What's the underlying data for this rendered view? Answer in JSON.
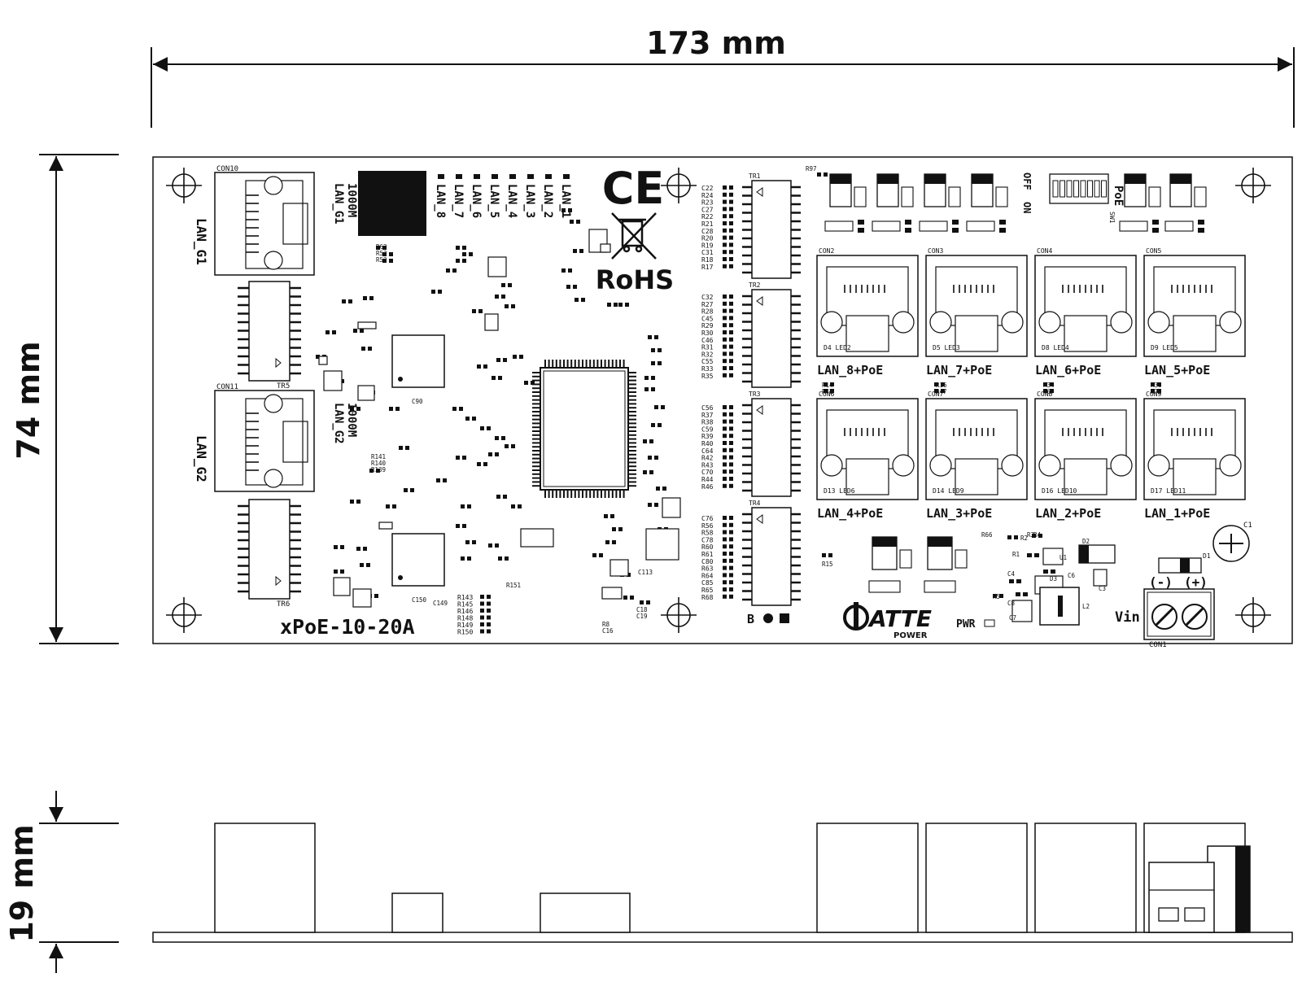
{
  "dimensions": {
    "width": "173 mm",
    "height": "74 mm",
    "depth": "19 mm"
  },
  "board": {
    "model": "xPoE-10-20A",
    "brand": "ATTE",
    "brand_sub": "POWER",
    "ce_mark": "CE",
    "rohs_mark": "RoHS",
    "pwr_label": "PWR",
    "vin_label": "Vin",
    "polarity_minus": "(-)",
    "polarity_plus": "(+)",
    "poe_label": "PoE",
    "off_label": "OFF",
    "on_label": "ON",
    "sw_label": "SW1",
    "con1_label": "CON1",
    "b_label": "B",
    "c1_label": "C1",
    "d1_label": "D1"
  },
  "gigabit_ports": [
    {
      "con": "CON10",
      "label": "LAN_G1",
      "speed": "1000M",
      "speed_label": "LAN_G1"
    },
    {
      "con": "CON11",
      "label": "LAN_G2",
      "speed": "1000M",
      "speed_label": "LAN_G2"
    }
  ],
  "transformers_left": [
    "TR5",
    "TR6"
  ],
  "transformers_mid": [
    "TR1",
    "TR2",
    "TR3",
    "TR4"
  ],
  "led_labels": [
    "LAN_8",
    "LAN_7",
    "LAN_6",
    "LAN_5",
    "LAN_4",
    "LAN_3",
    "LAN_2",
    "LAN_1"
  ],
  "poe_ports_top": [
    {
      "con": "CON2",
      "label": "LAN_8+PoE",
      "leds": "D4 LED2"
    },
    {
      "con": "CON3",
      "label": "LAN_7+PoE",
      "leds": "D5 LED3"
    },
    {
      "con": "CON4",
      "label": "LAN_6+PoE",
      "leds": "D8 LED4"
    },
    {
      "con": "CON5",
      "label": "LAN_5+PoE",
      "leds": "D9 LED5"
    }
  ],
  "poe_ports_bottom": [
    {
      "con": "CON6",
      "label": "LAN_4+PoE",
      "leds": "D13 LED6"
    },
    {
      "con": "CON7",
      "label": "LAN_3+PoE",
      "leds": "D14 LED9"
    },
    {
      "con": "CON8",
      "label": "LAN_2+PoE",
      "leds": "D16 LED10"
    },
    {
      "con": "CON9",
      "label": "LAN_1+PoE",
      "leds": "D17 LED11"
    }
  ],
  "components_col1": [
    "C22",
    "R24",
    "R23",
    "C27",
    "R22",
    "R21",
    "C28",
    "R20",
    "R19",
    "C31",
    "R18",
    "R17"
  ],
  "components_col2": [
    "C32",
    "R27",
    "R28",
    "C45",
    "R29",
    "R30",
    "C46",
    "R31",
    "R32",
    "C55",
    "R33",
    "R35"
  ],
  "components_col3": [
    "C56",
    "R37",
    "R38",
    "C59",
    "R39",
    "R40",
    "C64",
    "R42",
    "R43",
    "C70",
    "R44",
    "R46"
  ],
  "components_col4": [
    "C76",
    "R56",
    "R58",
    "C78",
    "R60",
    "R61",
    "C80",
    "R63",
    "R64",
    "C85",
    "R65",
    "R68"
  ],
  "components_bl": [
    "R143",
    "R145",
    "R146",
    "R148",
    "R149",
    "R150"
  ],
  "components_misc": [
    "R62",
    "R53",
    "R52",
    "R141",
    "R140",
    "R139",
    "C90",
    "C150",
    "C149",
    "R151",
    "C113",
    "C18",
    "C19",
    "R8",
    "C16",
    "R97",
    "R14",
    "R45",
    "R16",
    "R47",
    "R34",
    "R67",
    "R36",
    "R72",
    "R15",
    "R66",
    "R5",
    "C3",
    "C4",
    "C6",
    "C7",
    "C8",
    "D2",
    "D3",
    "L2",
    "U1",
    "R1",
    "R2",
    "R3",
    "R4"
  ]
}
